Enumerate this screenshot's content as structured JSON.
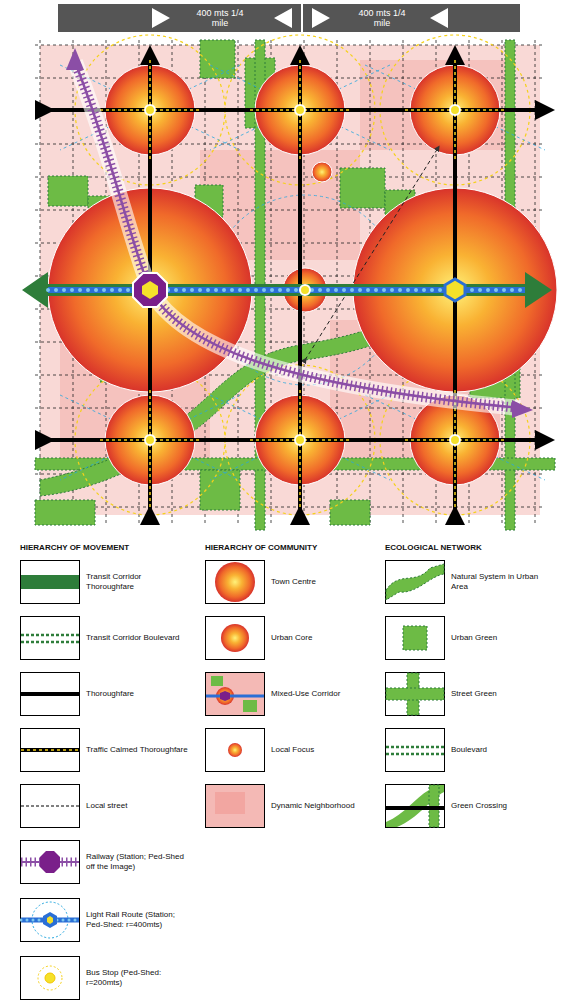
{
  "diagram": {
    "labels": [
      "400 mts 1/4 mile",
      "400 mts 1/4 mile",
      "HIERARCHY OF MOVEMENT",
      "HIERARCHY OF COMMUNITY",
      "ECOLOGICAL NETWORK"
    ],
    "legend": [
      {
        "text": "Transit Corridor Thoroughfare"
      },
      {
        "text": "Transit Corridor Boulevard"
      },
      {
        "text": "Thoroughfare"
      },
      {
        "text": "Traffic Calmed Thoroughfare"
      },
      {
        "text": "Local street"
      },
      {
        "text": "Railway (Station; Ped-Shed off the Image)"
      },
      {
        "text": "Light Rail Route (Station; Ped-Shed: r=400mts)"
      },
      {
        "text": "Bus Stop (Ped-Shed: r=200mts)"
      },
      {
        "text": "Town Centre"
      },
      {
        "text": "Urban Core"
      },
      {
        "text": "Mixed-Use Corridor"
      },
      {
        "text": "Local Focus"
      },
      {
        "text": "Dynamic Neighborhood"
      },
      {
        "text": "Natural System in Urban Area"
      },
      {
        "text": "Urban Green",
        "color": "#6dbb45"
      },
      {
        "text": "Street Green"
      },
      {
        "text": "Boulevard"
      },
      {
        "text": "Green Crossing"
      }
    ]
  }
}
